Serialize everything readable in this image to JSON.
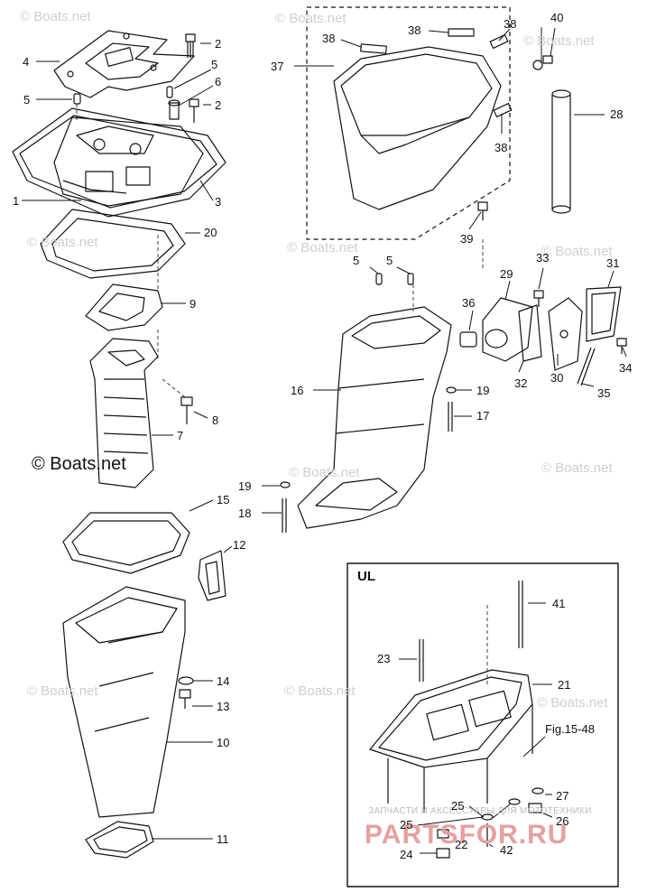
{
  "copyright": "© Boats.net",
  "watermarks": [
    "© Boats.net",
    "© Boats.net",
    "© Boats.net",
    "© Boats.net",
    "© Boats.net",
    "© Boats.net",
    "© Boats.net",
    "© Boats.net",
    "© Boats.net",
    "© Boats.net",
    "© Boats.net"
  ],
  "inset": {
    "label": "UL",
    "figure_reference": "Fig.15-48"
  },
  "store": {
    "tagline": "ЗАПЧАСТИ И АКСЕССУАРЫ ДЛЯ МОТОТЕХНИКИ",
    "logo": "PARTSFOR.RU"
  },
  "callouts": {
    "c1": "1",
    "c2a": "2",
    "c2b": "2",
    "c3": "3",
    "c4": "4",
    "c5a": "5",
    "c5b": "5",
    "c5c": "5",
    "c5d": "5",
    "c6": "6",
    "c7": "7",
    "c8": "8",
    "c9": "9",
    "c10": "10",
    "c11": "11",
    "c12": "12",
    "c13": "13",
    "c14": "14",
    "c15": "15",
    "c16": "16",
    "c17": "17",
    "c18": "18",
    "c19a": "19",
    "c19b": "19",
    "c20": "20",
    "c21": "21",
    "c22": "22",
    "c23": "23",
    "c24": "24",
    "c25a": "25",
    "c25b": "25",
    "c26": "26",
    "c27": "27",
    "c28": "28",
    "c29": "29",
    "c30": "30",
    "c31": "31",
    "c32": "32",
    "c33": "33",
    "c34": "34",
    "c35": "35",
    "c36": "36",
    "c37": "37",
    "c38a": "38",
    "c38b": "38",
    "c38c": "38",
    "c38d": "38",
    "c39": "39",
    "c40": "40",
    "c41": "41",
    "c42": "42"
  },
  "colors": {
    "line": "#111111",
    "watermark": "#cfcfcf",
    "store_logo": "#e6a0a0"
  }
}
